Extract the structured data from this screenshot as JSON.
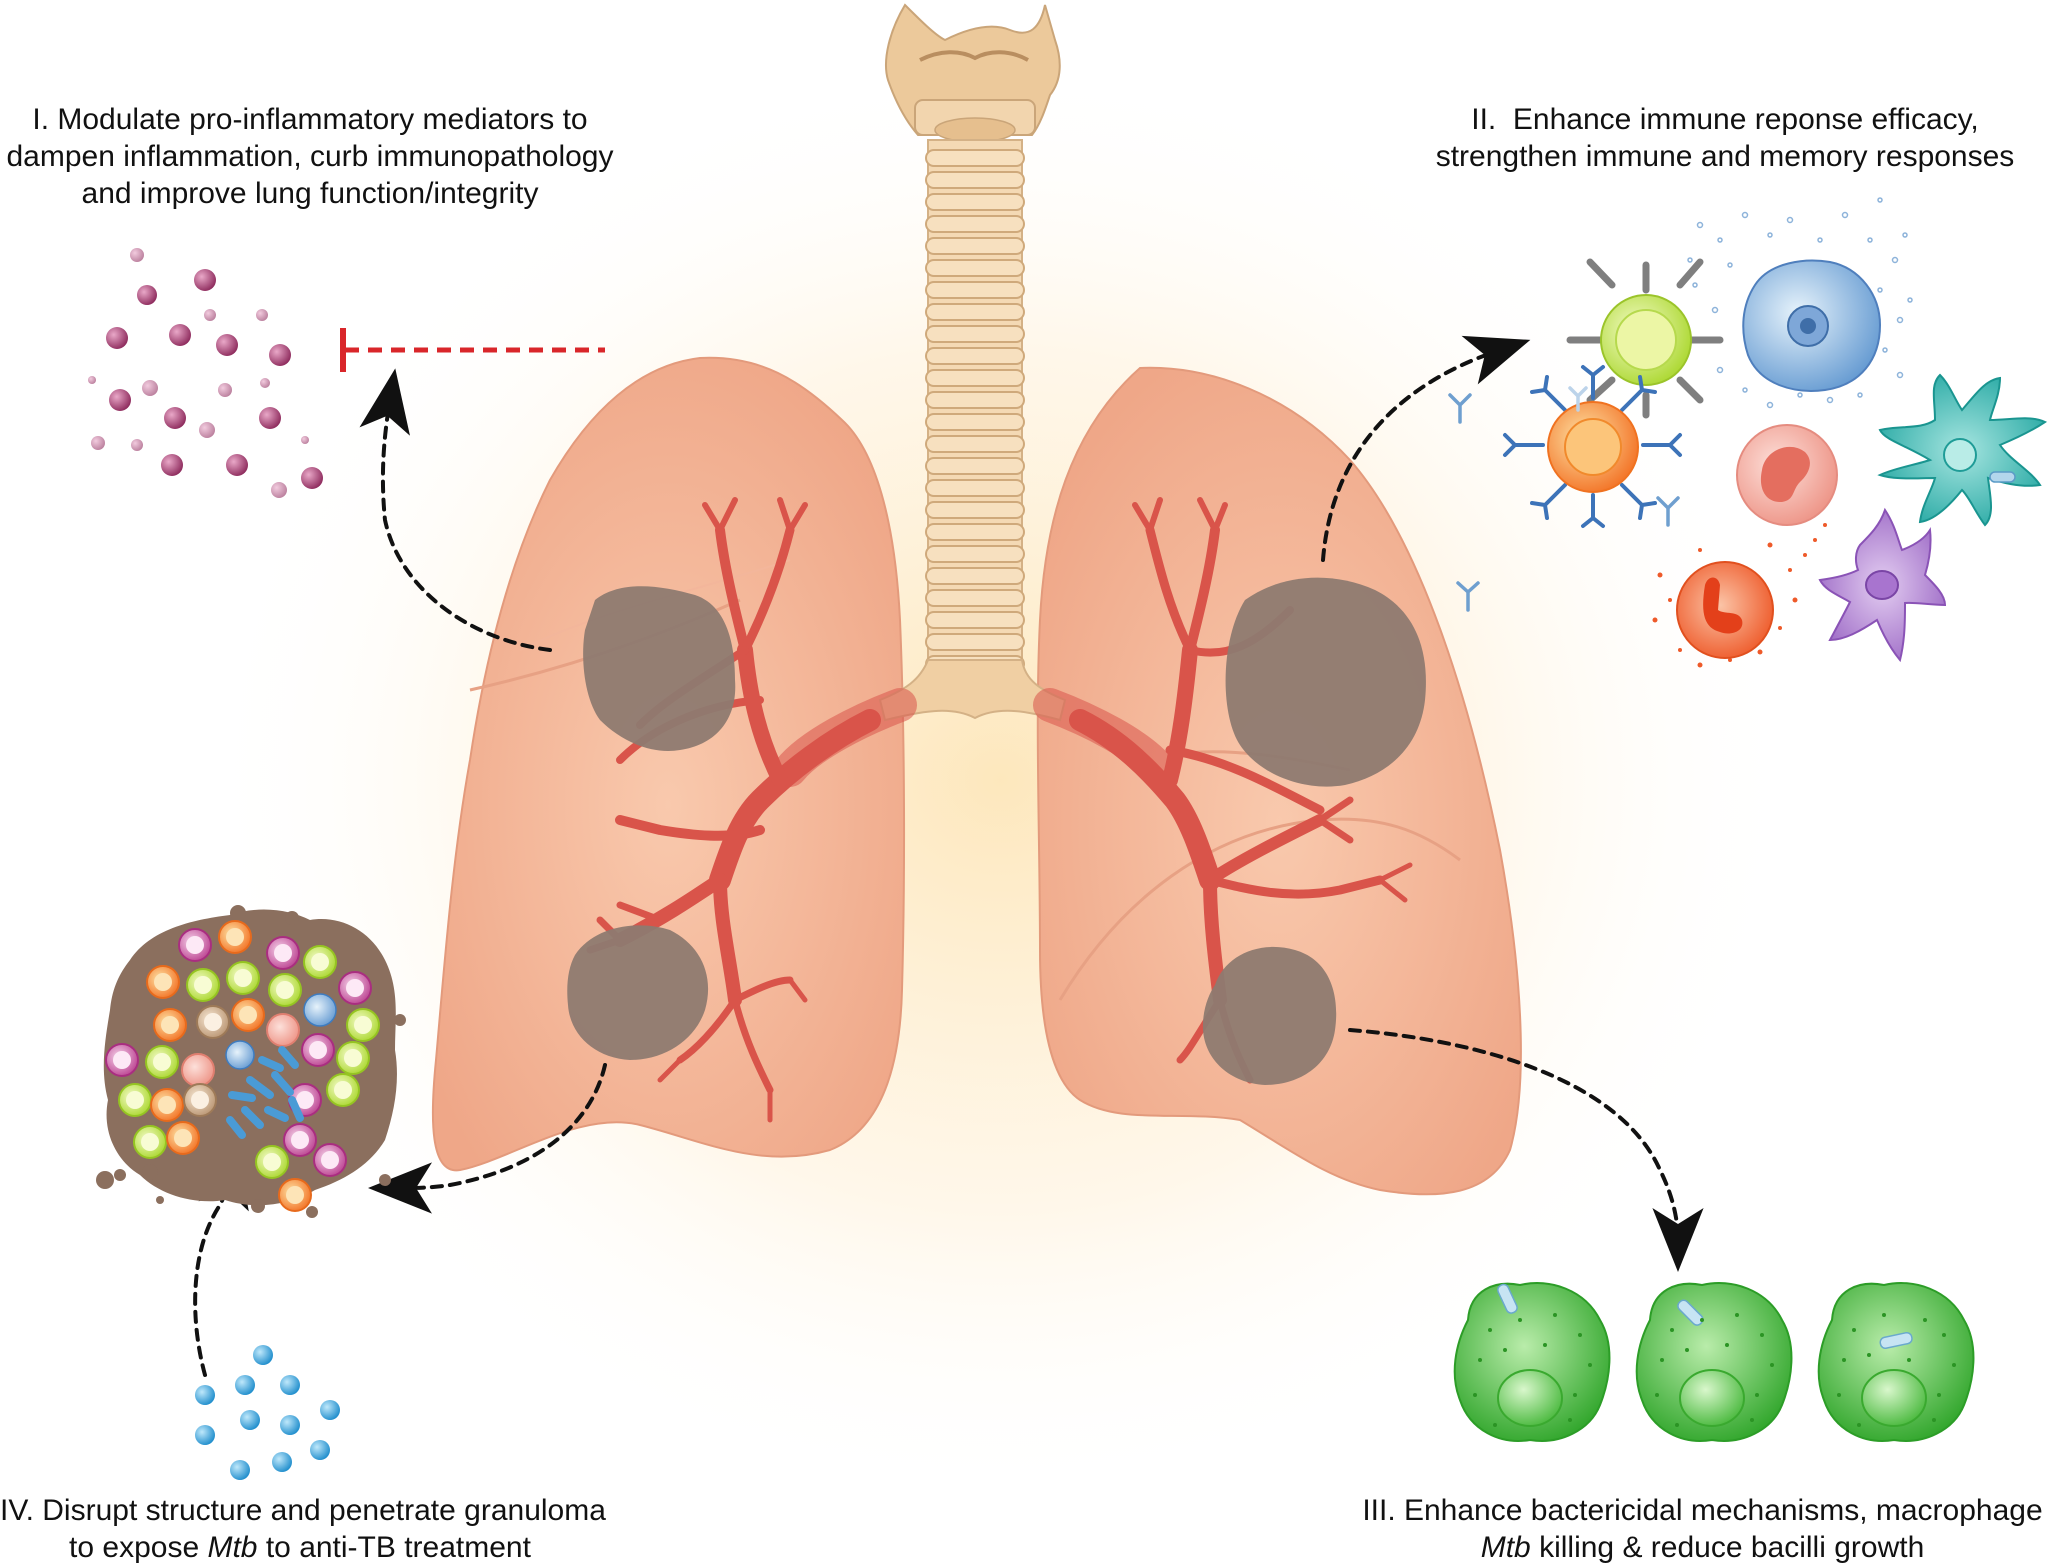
{
  "captions": {
    "modulate": {
      "line1": "I. Modulate pro-inflammatory mediators to",
      "line2": "dampen inflammation, curb immunopathology",
      "line3": "and improve lung function/integrity"
    },
    "enhance_immune": {
      "line1": "II.  Enhance immune reponse efficacy,",
      "line2": "strengthen immune and memory responses"
    },
    "bactericidal": {
      "line1": "III. Enhance bactericidal mechanisms, macrophage",
      "line2_italic": "Mtb",
      "line2_rest": " killing & reduce bacilli growth"
    },
    "disrupt": {
      "line1": "IV. Disrupt structure and penetrate granuloma",
      "line2_pre": "to expose ",
      "line2_italic": "Mtb",
      "line2_rest": " to anti-TB treatment"
    }
  },
  "colors": {
    "lung_fill": "#f4b596",
    "lung_edge": "#e49a7c",
    "bronchi": "#d9544a",
    "trachea": "#f0d2a9",
    "lesion": "#8e7a70",
    "arrow": "#111111",
    "inhibition": "#d9262a",
    "mediator": "#a63d6e",
    "macrophage": "#4dbb3d",
    "drug_particle": "#3aa4dc"
  }
}
